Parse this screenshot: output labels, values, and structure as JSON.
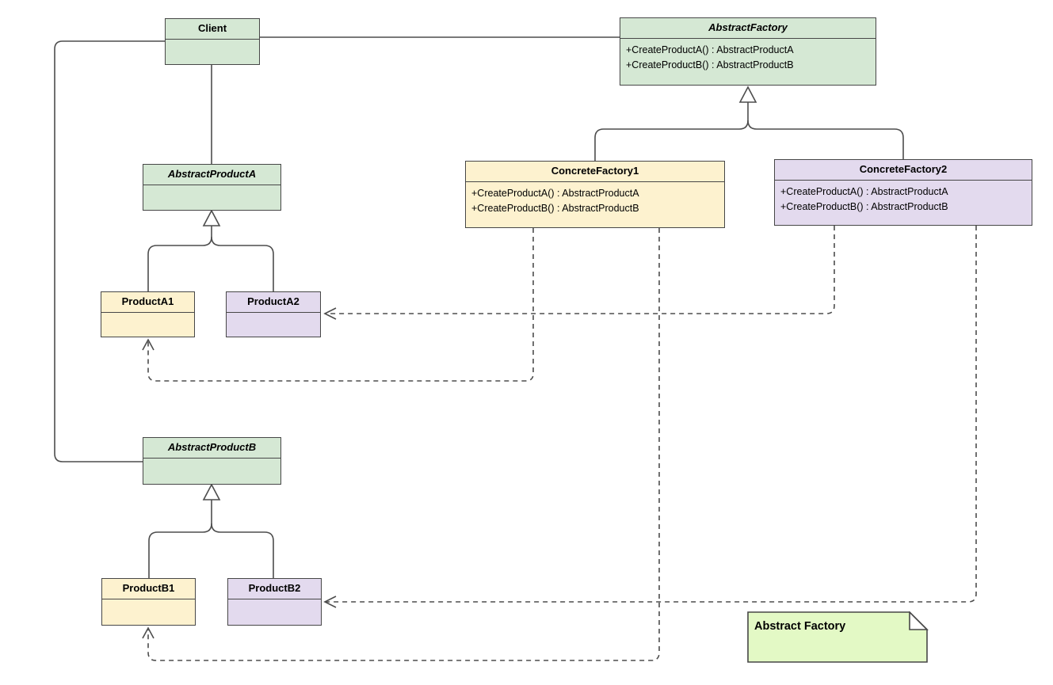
{
  "palette": {
    "abstract_class_fill": "#d5e8d4",
    "concrete1_fill": "#fdf2cf",
    "concrete2_fill": "#e3daee",
    "note_fill": "#e3f9c5",
    "border": "#474747",
    "line": "#4d4d4d",
    "text": "#000000",
    "background": "#ffffff"
  },
  "classes": {
    "client": {
      "name": "Client"
    },
    "abstract_factory": {
      "name": "AbstractFactory",
      "abstract": true,
      "methods": [
        "+CreateProductA() : AbstractProductA",
        "+CreateProductB() : AbstractProductB"
      ]
    },
    "concrete_factory1": {
      "name": "ConcreteFactory1",
      "methods": [
        "+CreateProductA() : AbstractProductA",
        "+CreateProductB() : AbstractProductB"
      ]
    },
    "concrete_factory2": {
      "name": "ConcreteFactory2",
      "methods": [
        "+CreateProductA() : AbstractProductA",
        "+CreateProductB() : AbstractProductB"
      ]
    },
    "abstract_product_a": {
      "name": "AbstractProductA",
      "abstract": true
    },
    "product_a1": {
      "name": "ProductA1"
    },
    "product_a2": {
      "name": "ProductA2"
    },
    "abstract_product_b": {
      "name": "AbstractProductB",
      "abstract": true
    },
    "product_b1": {
      "name": "ProductB1"
    },
    "product_b2": {
      "name": "ProductB2"
    }
  },
  "note": {
    "text": "Abstract Factory"
  },
  "relationships": [
    {
      "type": "association",
      "from": "Client",
      "to": "AbstractFactory"
    },
    {
      "type": "association",
      "from": "Client",
      "to": "AbstractProductA"
    },
    {
      "type": "association",
      "from": "Client",
      "to": "AbstractProductB"
    },
    {
      "type": "generalization",
      "from": "ConcreteFactory1",
      "to": "AbstractFactory"
    },
    {
      "type": "generalization",
      "from": "ConcreteFactory2",
      "to": "AbstractFactory"
    },
    {
      "type": "generalization",
      "from": "ProductA1",
      "to": "AbstractProductA"
    },
    {
      "type": "generalization",
      "from": "ProductA2",
      "to": "AbstractProductA"
    },
    {
      "type": "generalization",
      "from": "ProductB1",
      "to": "AbstractProductB"
    },
    {
      "type": "generalization",
      "from": "ProductB2",
      "to": "AbstractProductB"
    },
    {
      "type": "dependency",
      "from": "ConcreteFactory1",
      "to": "ProductA1"
    },
    {
      "type": "dependency",
      "from": "ConcreteFactory1",
      "to": "ProductB1"
    },
    {
      "type": "dependency",
      "from": "ConcreteFactory2",
      "to": "ProductA2"
    },
    {
      "type": "dependency",
      "from": "ConcreteFactory2",
      "to": "ProductB2"
    }
  ]
}
